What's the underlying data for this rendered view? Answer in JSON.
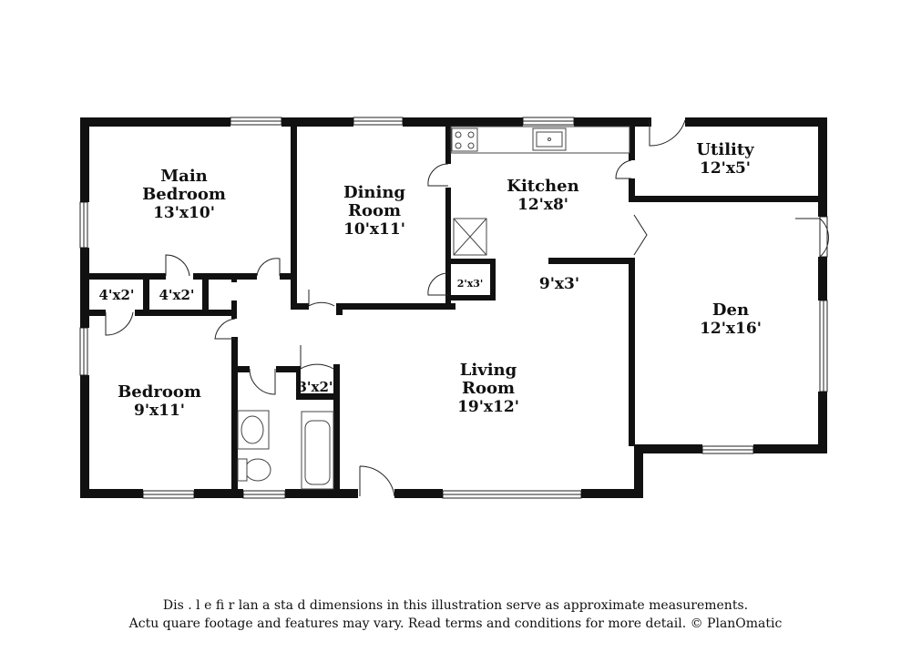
{
  "rooms": {
    "main_bedroom": {
      "name_line1": "Main",
      "name_line2": "Bedroom",
      "dims": "13'x10'"
    },
    "dining_room": {
      "name_line1": "Dining",
      "name_line2": "Room",
      "dims": "10'x11'"
    },
    "kitchen": {
      "name": "Kitchen",
      "dims": "12'x8'"
    },
    "utility": {
      "name": "Utility",
      "dims": "12'x5'"
    },
    "den": {
      "name": "Den",
      "dims": "12'x16'"
    },
    "living_room": {
      "name_line1": "Living",
      "name_line2": "Room",
      "dims": "19'x12'"
    },
    "bedroom": {
      "name": "Bedroom",
      "dims": "9'x11'"
    },
    "closet_left": {
      "dims": "4'x2'"
    },
    "closet_right": {
      "dims": "4'x2'"
    },
    "pantry": {
      "dims": "2'x3'"
    },
    "hall_closet": {
      "dims": "3'x2'"
    },
    "hallway": {
      "dims": "9'x3'"
    }
  },
  "disclaimer": {
    "line1": "Dis     .    l  e fi   r  lan a   sta    d dimensions in this illustration serve as approximate measurements.",
    "line2": "Actu     quare footage and features may vary. Read terms and conditions for more detail. © PlanOmatic"
  }
}
